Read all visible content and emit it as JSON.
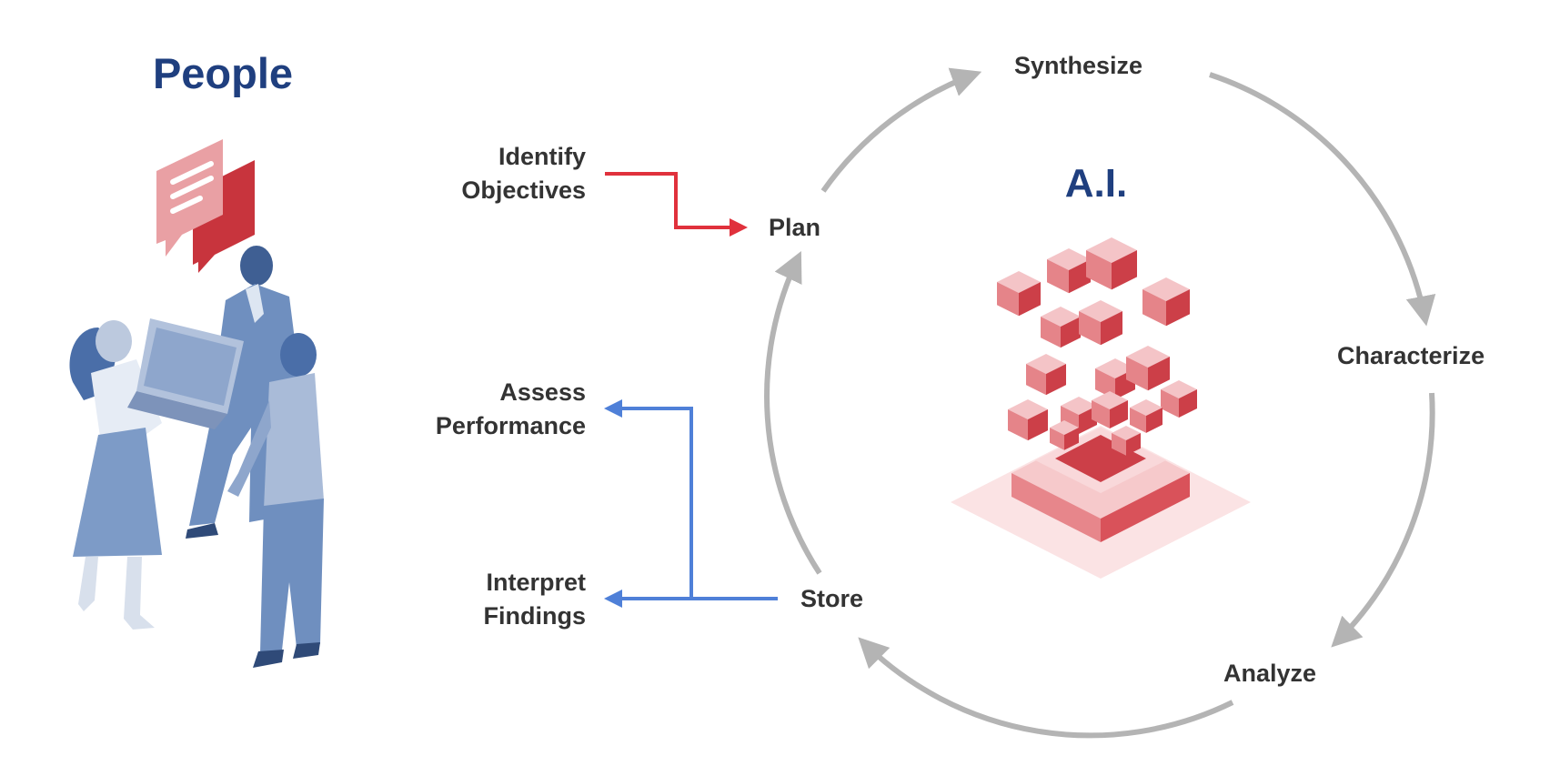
{
  "people": {
    "title": "People"
  },
  "ai": {
    "title": "A.I."
  },
  "people_actions": {
    "identify": [
      "Identify",
      "Objectives"
    ],
    "assess": [
      "Assess",
      "Performance"
    ],
    "interpret": [
      "Interpret",
      "Findings"
    ]
  },
  "cycle": {
    "plan": "Plan",
    "synthesize": "Synthesize",
    "characterize": "Characterize",
    "analyze": "Analyze",
    "store": "Store"
  },
  "colors": {
    "title_blue": "#1f3f7f",
    "cycle_gray": "#b4b4b4",
    "red_arrow": "#e0313c",
    "blue_arrow": "#4f80d8",
    "cube_red": "#d9525a",
    "person_blue": "#5f84b8"
  },
  "icons": {
    "people_illustration": "people-team-icon",
    "ai_illustration": "ai-cubes-icon",
    "chat_bubble": "chat-bubble-icon"
  }
}
